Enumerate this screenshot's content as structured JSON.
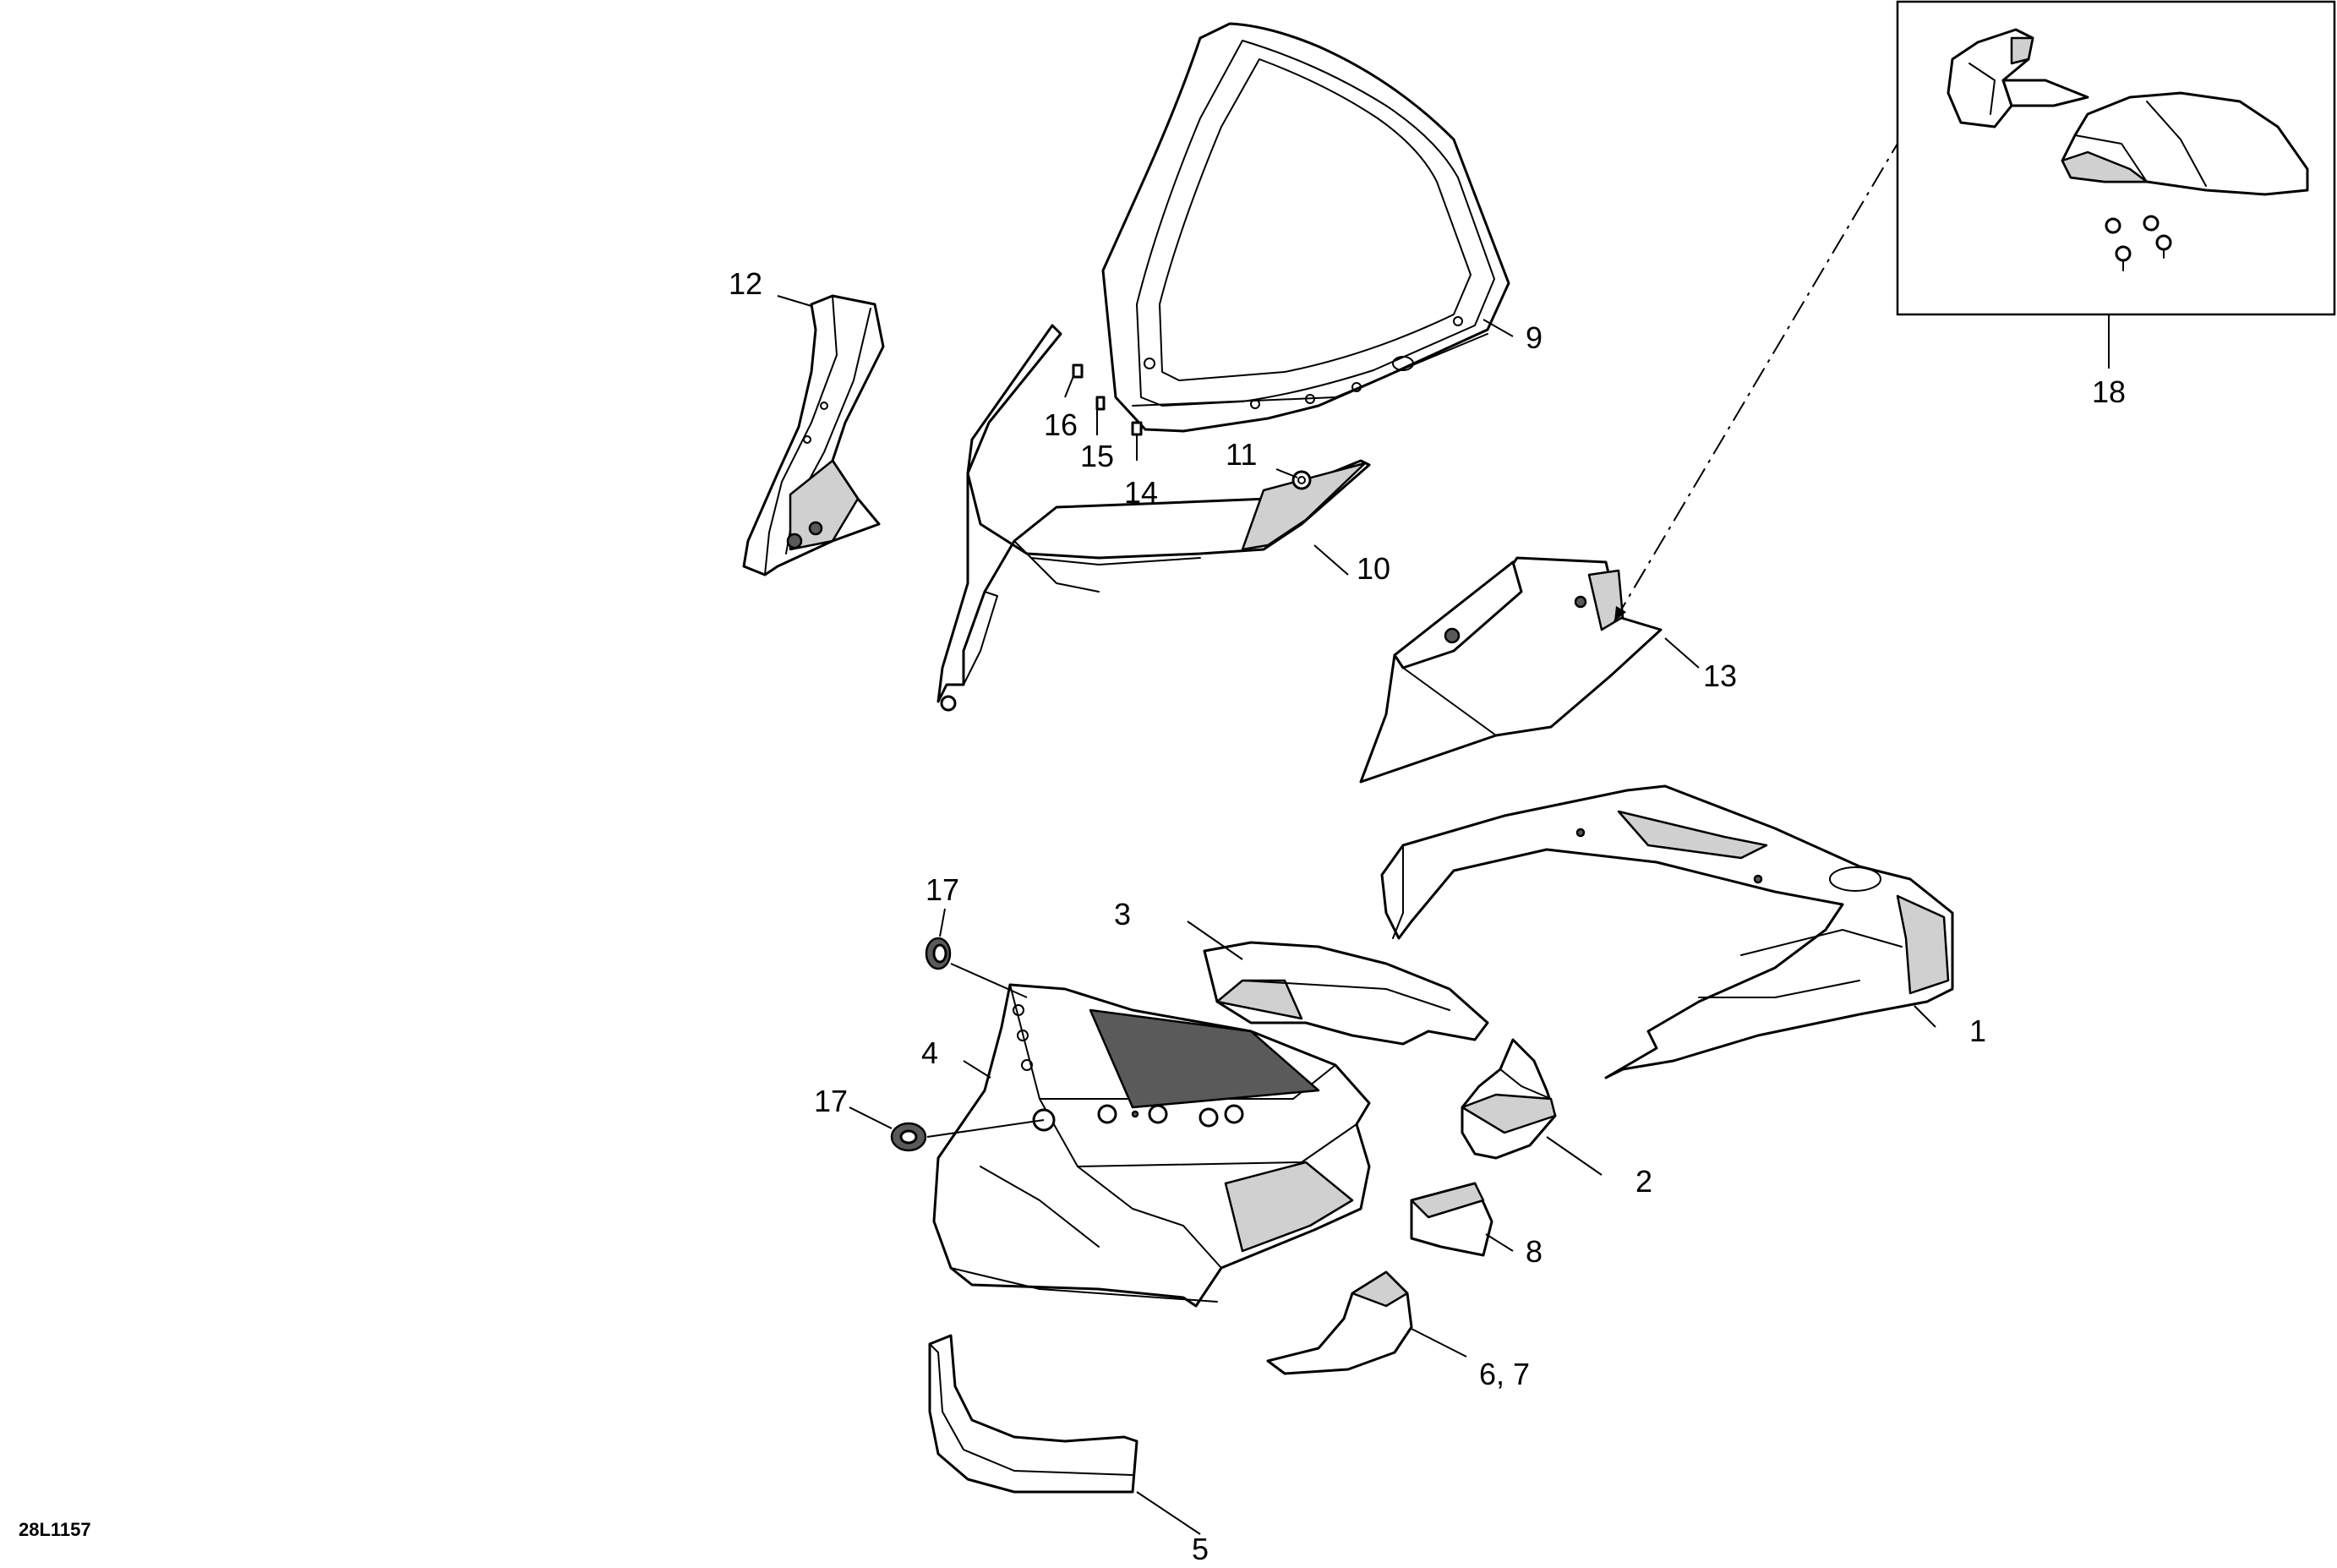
{
  "diagram": {
    "drawing_code": "28L1157",
    "callouts": {
      "c1": "1",
      "c2": "2",
      "c3": "3",
      "c4": "4",
      "c5": "5",
      "c67": "6, 7",
      "c8": "8",
      "c9": "9",
      "c10": "10",
      "c11": "11",
      "c12": "12",
      "c13": "13",
      "c14": "14",
      "c15": "15",
      "c16": "16",
      "c17a": "17",
      "c17b": "17",
      "c18": "18"
    }
  }
}
